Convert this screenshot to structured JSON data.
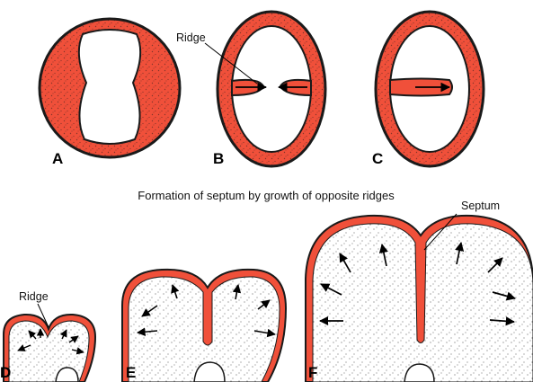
{
  "panel_letters": {
    "a": "A",
    "b": "B",
    "c": "C",
    "d": "D",
    "e": "E",
    "f": "F"
  },
  "caption": "Formation of septum by growth of opposite ridges",
  "labels": {
    "ridge_top": "Ridge",
    "ridge_bottom": "Ridge",
    "septum": "Septum"
  },
  "colors": {
    "tissue": "#f0503a",
    "outline": "#1a1a1a",
    "stipple": "#2a2a2a",
    "background": "#ffffff"
  }
}
